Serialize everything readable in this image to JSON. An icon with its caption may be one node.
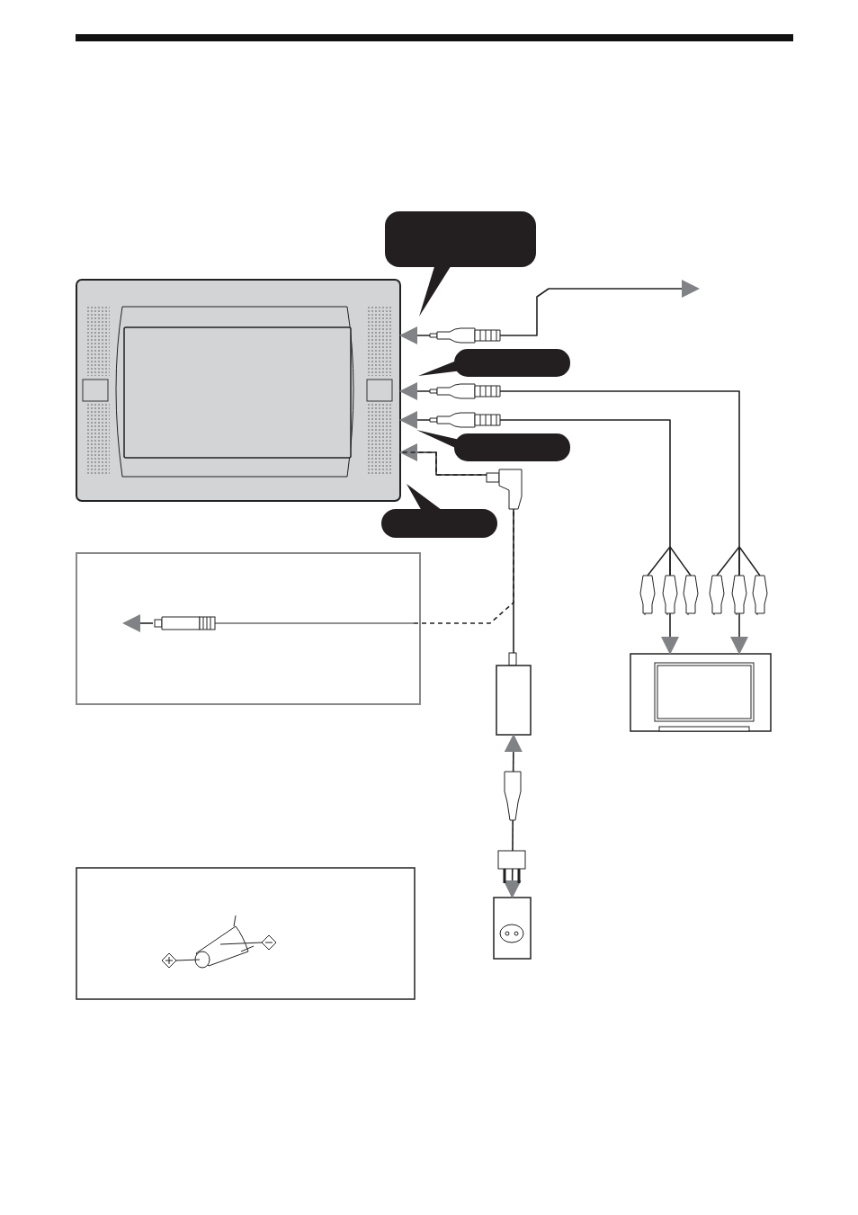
{
  "diagram": {
    "nodes": [
      {
        "text": [],
        "shape": "picture"
      },
      {
        "text": [],
        "shape": "box"
      },
      {
        "text": [],
        "shape": "box"
      },
      {
        "text": [],
        "shape": "box"
      },
      {
        "text": [],
        "shape": "box"
      },
      {
        "text": [],
        "shape": "box"
      },
      {
        "text": [],
        "shape": "picture",
        "in": 5
      },
      {
        "text": [],
        "shape": "box"
      },
      {
        "text": [],
        "shape": "picture",
        "in": 7
      },
      {
        "text": [],
        "shape": "box"
      },
      {
        "text": [],
        "shape": "box"
      },
      {
        "text": [],
        "shape": "picture"
      }
    ],
    "edges": [
      {
        "from": null,
        "to": 0,
        "arrow": "both"
      },
      {
        "from": 0,
        "to": 11,
        "arrow": "both"
      },
      {
        "from": 0,
        "to": 11,
        "arrow": "both"
      },
      {
        "from": 9,
        "to": 0,
        "arrow": "to"
      },
      {
        "from": 6,
        "to": 0,
        "arrow": "none",
        "style": "dashed"
      },
      {
        "from": 6,
        "to": null,
        "arrow": "to"
      },
      {
        "from": 9,
        "to": 10,
        "arrow": "both"
      }
    ]
  }
}
